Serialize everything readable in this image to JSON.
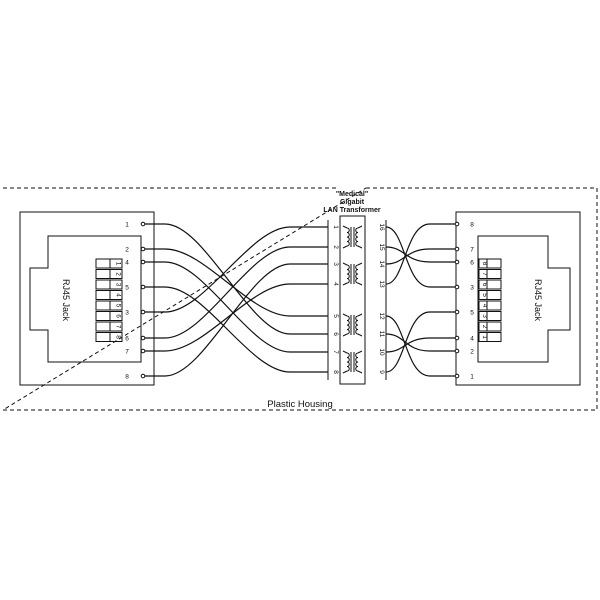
{
  "housing_label": "Plastic Housing",
  "transformer_label": [
    "\"Medical\"",
    "Gigabit",
    "LAN Transformer"
  ],
  "left_jack": {
    "label": "RJ45 Jack",
    "pins": [
      "1",
      "2",
      "3",
      "4",
      "5",
      "6",
      "7",
      "8"
    ]
  },
  "right_jack": {
    "label": "RJ45 Jack",
    "pins": [
      "8",
      "7",
      "6",
      "5",
      "4",
      "3",
      "2",
      "1"
    ]
  },
  "left_terminals": [
    "1",
    "2",
    "4",
    "5",
    "3",
    "6",
    "7",
    "8"
  ],
  "right_terminals": [
    "8",
    "7",
    "6",
    "3",
    "5",
    "4",
    "2",
    "1"
  ],
  "transformer_left_pins": [
    "1",
    "2",
    "3",
    "4",
    "5",
    "6",
    "7",
    "8"
  ],
  "transformer_right_pins": [
    "16",
    "15",
    "14",
    "13",
    "12",
    "11",
    "10",
    "9"
  ]
}
